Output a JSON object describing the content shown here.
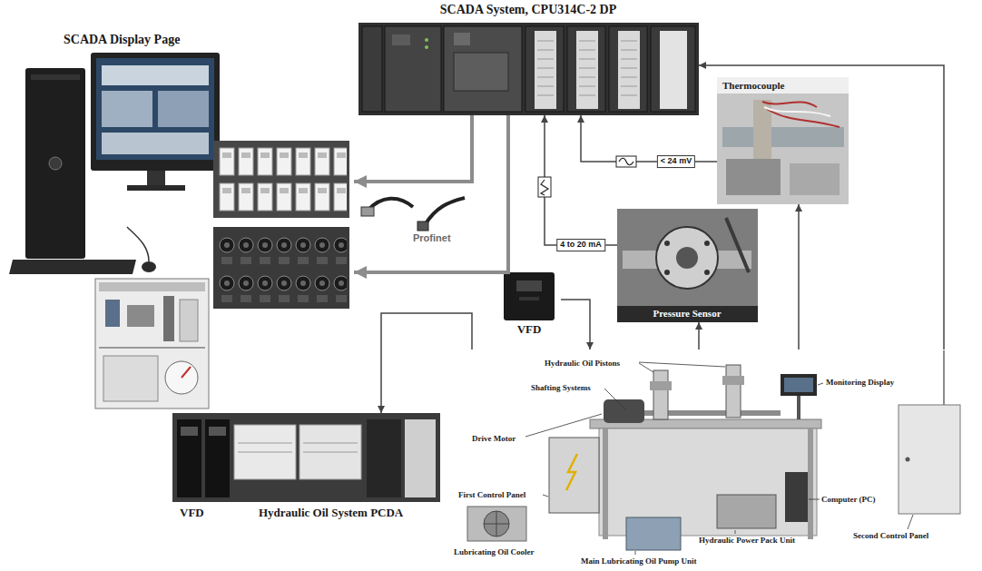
{
  "diagram": {
    "nodes": [
      {
        "text": [
          "SCADA System, CPU314C-2 DP"
        ]
      },
      {
        "text": [
          "SCADA Display Page"
        ]
      },
      {
        "text": [
          "Thermocouple"
        ]
      },
      {
        "text": [
          "Pressure Sensor"
        ]
      },
      {
        "text": [
          "VFD"
        ]
      },
      {
        "text": [
          "VFD",
          "Hydraulic Oil System PCDA"
        ]
      },
      {
        "text": [
          "Hydraulic Oil Pistons",
          "Shafting Systems",
          "Drive Motor",
          "First Control Panel",
          "Lubricating Oil Cooler",
          "Main Lubricating Oil Pump Unit",
          "Hydraulic Power Pack Unit",
          "Computer (PC)",
          "Monitoring Display",
          "Second Control Panel"
        ]
      }
    ],
    "edges": [
      {
        "from": 0,
        "to": 1,
        "arrow": "to"
      },
      {
        "from": 0,
        "to": 1,
        "arrow": "to"
      },
      {
        "from": 3,
        "to": 0,
        "label": "4 to 20 mA",
        "arrow": "to"
      },
      {
        "from": 2,
        "to": 0,
        "label": "< 24 mV",
        "arrow": "to"
      },
      {
        "from": 6,
        "to": 0,
        "arrow": "to"
      },
      {
        "from": 6,
        "to": 3,
        "arrow": "to"
      },
      {
        "from": 6,
        "to": 2,
        "arrow": "to"
      },
      {
        "from": 4,
        "to": 6,
        "arrow": "to"
      },
      {
        "from": 6,
        "to": 5,
        "arrow": "to"
      }
    ],
    "labels": [
      "Profinet"
    ]
  }
}
